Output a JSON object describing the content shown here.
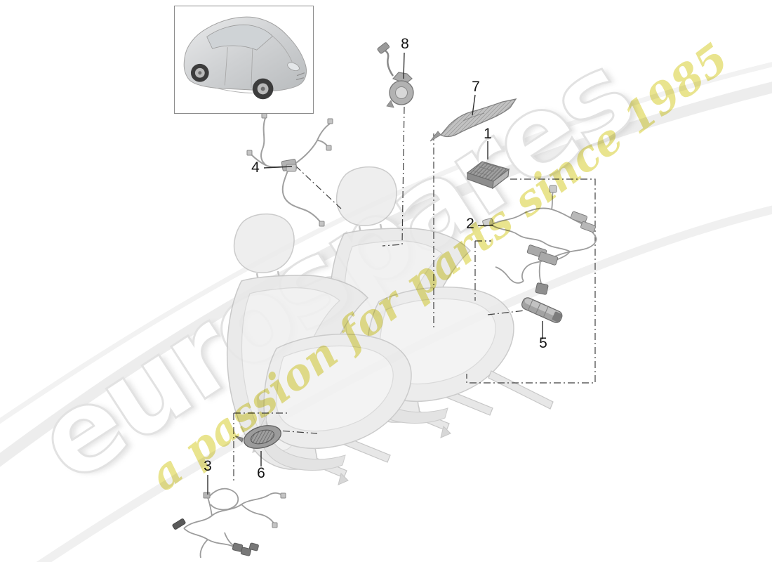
{
  "watermark": {
    "brand": "eurospares",
    "tagline": "a passion for parts since 1985",
    "brand_fill": "#ffffff",
    "brand_outline": "#e2e2e2",
    "tagline_color": "#e3dc6e"
  },
  "diagram": {
    "callouts": [
      {
        "number": "1"
      },
      {
        "number": "2"
      },
      {
        "number": "3"
      },
      {
        "number": "4"
      },
      {
        "number": "5"
      },
      {
        "number": "6"
      },
      {
        "number": "7"
      },
      {
        "number": "8"
      }
    ]
  },
  "colors": {
    "background": "#ffffff",
    "leader_line": "#2f2f2f",
    "reference_dash": "#3f3f3f",
    "part_line": "#9c9c9c",
    "seat_fill": "#e9e9e9"
  }
}
